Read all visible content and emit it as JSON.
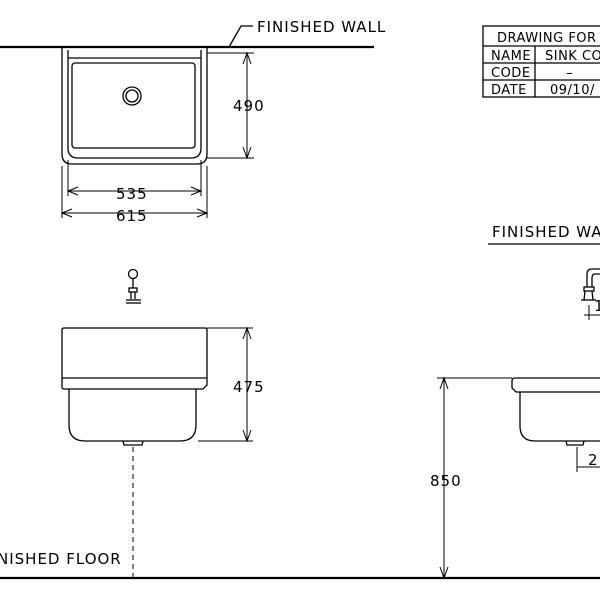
{
  "labels": {
    "finished_wall_top": "FINISHED WALL",
    "finished_wall_side": "FINISHED WAL",
    "finished_floor": "NISHED FLOOR"
  },
  "dimensions": {
    "depth": "490",
    "inner_width": "535",
    "outer_width": "615",
    "height": "475",
    "floor_height": "850",
    "side_tap": "1",
    "side_bottom": "2"
  },
  "title_block": {
    "header": "DRAWING FOR",
    "rows": [
      {
        "label": "NAME",
        "value": "SINK CO"
      },
      {
        "label": "CODE",
        "value": "–"
      },
      {
        "label": "DATE",
        "value": "09/10/"
      }
    ]
  }
}
